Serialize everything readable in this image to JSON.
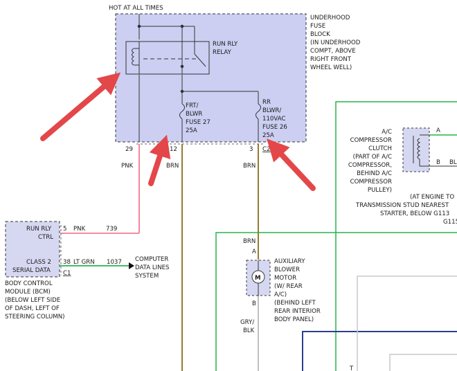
{
  "colors": {
    "fuse_block_fill": "#cccff2",
    "bcm_fill": "#d6d8f2",
    "pink_wire": "#f07b93",
    "brown_wire": "#8b6b1c",
    "green_wire": "#27b34a",
    "blue_wire": "#2b3f8f",
    "gray_wire": "#b9b9b9",
    "arrow": "#e3474a"
  },
  "labels": {
    "hot_at_all_times": "HOT AT ALL TIMES",
    "fuse_block": [
      "UNDERHOOD",
      "FUSE",
      "BLOCK",
      "(IN UNDERHOOD",
      "COMPT, ABOVE",
      "RIGHT FRONT",
      "WHEEL WELL)"
    ],
    "relay": [
      "RUN RLY",
      "RELAY"
    ],
    "frt_fuse": [
      "FRT/",
      "BLWR",
      "FUSE 27",
      "25A"
    ],
    "rr_fuse": [
      "RR",
      "BLWR/",
      "110VAC",
      "FUSE 26",
      "25A"
    ],
    "pin_29": "29",
    "pin_12": "12",
    "pin_3": "3",
    "conn_c2": "C2",
    "wire_pnk_1": "PNK",
    "wire_brn_1": "BRN",
    "wire_brn_2": "BRN",
    "wire_brn_3": "BRN",
    "bcm_run_rly": [
      "RUN RLY",
      "CTRL"
    ],
    "bcm_class2": [
      "CLASS 2",
      "SERIAL DATA"
    ],
    "bcm_pin_5": "5",
    "bcm_pin_38": "38",
    "bcm_conn_c1": "C1",
    "wire_pnk_2": "PNK",
    "circuit_739": "739",
    "wire_ltgrn": "LT GRN",
    "circuit_1037": "1037",
    "computer_data_lines": [
      "COMPUTER",
      "DATA LINES",
      "SYSTEM"
    ],
    "bcm_description": [
      "BODY CONTROL",
      "MODULE (BCM)",
      "(BELOW LEFT SIDE",
      "OF DASH, LEFT OF",
      "STEERING COLUMN)"
    ],
    "motor_pin_a": "A",
    "motor_pin_b": "B",
    "motor_symbol": "M",
    "aux_blower": [
      "AUXILIARY",
      "BLOWER",
      "MOTOR",
      "(W/ REAR",
      "A/C)",
      "(BEHIND LEFT",
      "REAR INTERIOR",
      "BODY PANEL)"
    ],
    "wire_gry_blk": [
      "GRY/",
      "BLK"
    ],
    "compressor_clutch": [
      "A/C",
      "COMPRESSOR",
      "CLUTCH",
      "(PART OF A/C",
      "COMPRESSOR,",
      "BEHIND A/C",
      "COMPRESSOR",
      "PULLEY)"
    ],
    "clutch_pin_a": "A",
    "clutch_pin_b": "B",
    "wire_bl_cut": "BL",
    "engine_note": [
      "(AT ENGINE TO",
      "TRANSMISSION STUD NEAREST",
      "STARTER, BELOW G113",
      "G115"
    ],
    "edge_letter_t": "T"
  }
}
